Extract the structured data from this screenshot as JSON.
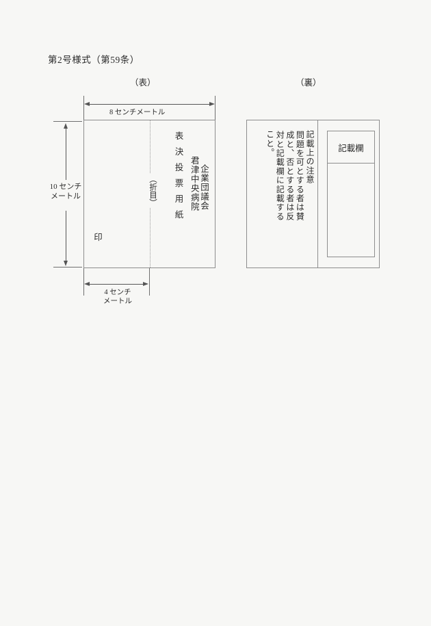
{
  "document": {
    "form_title": "第2号様式（第59条）",
    "background_color": "#f7f7f5",
    "line_color": "#8d8d8d"
  },
  "captions": {
    "front": "（表）",
    "back": "（裏）"
  },
  "front_card": {
    "fold_label": "（折目）",
    "columns": [
      "表決投票用紙",
      "君津中央病院",
      "企業団議会"
    ],
    "seal_mark": "印"
  },
  "back_card": {
    "notice_columns": [
      "記載上の注意",
      "問題を可とする者は賛",
      "成と、否とする者は反",
      "対と記載欄に記載する",
      "こと。"
    ],
    "entry_field": {
      "header": "記載欄",
      "body": ""
    }
  },
  "dimensions": {
    "width_top": {
      "value": "8",
      "unit": "センチメートル",
      "label": "8 センチメートル"
    },
    "height_left": {
      "value": "10",
      "unit": "センチメートル",
      "label_line1": "10 センチ",
      "label_line2": "メートル"
    },
    "width_bottom": {
      "value": "4",
      "unit": "センチメートル",
      "label_line1": "4 センチ",
      "label_line2": "メートル"
    }
  }
}
